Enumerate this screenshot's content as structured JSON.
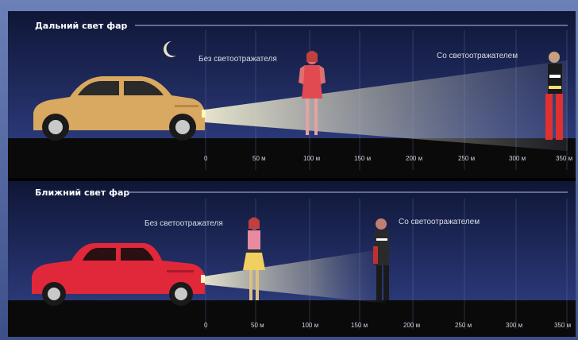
{
  "colors": {
    "sky_top": "#121a3e",
    "sky_bottom": "#2b3a78",
    "road": "#0a0a0a",
    "beam": "#e8e4c4",
    "gridline": "#6f7fb5",
    "high_beam_car": "#d9a861",
    "low_beam_car": "#e0283a"
  },
  "panels": [
    {
      "id": "high",
      "title": "Дальний свет фар",
      "label_without": "Без светоотражателя",
      "label_with": "Со светоотражателем",
      "ticks": [
        "0",
        "50 м",
        "100 м",
        "150 м",
        "200 м",
        "250 м",
        "300 м",
        "350 м"
      ],
      "reach_m": 350,
      "moon": "crescent-moon-icon"
    },
    {
      "id": "low",
      "title": "Ближний свет фар",
      "label_without": "Без светоотражателя",
      "label_with": "Со светоотражателем",
      "ticks": [
        "0",
        "50 м",
        "100 м",
        "150 м",
        "200 м",
        "250 м",
        "300 м",
        "350 м"
      ],
      "reach_m": 160
    }
  ]
}
